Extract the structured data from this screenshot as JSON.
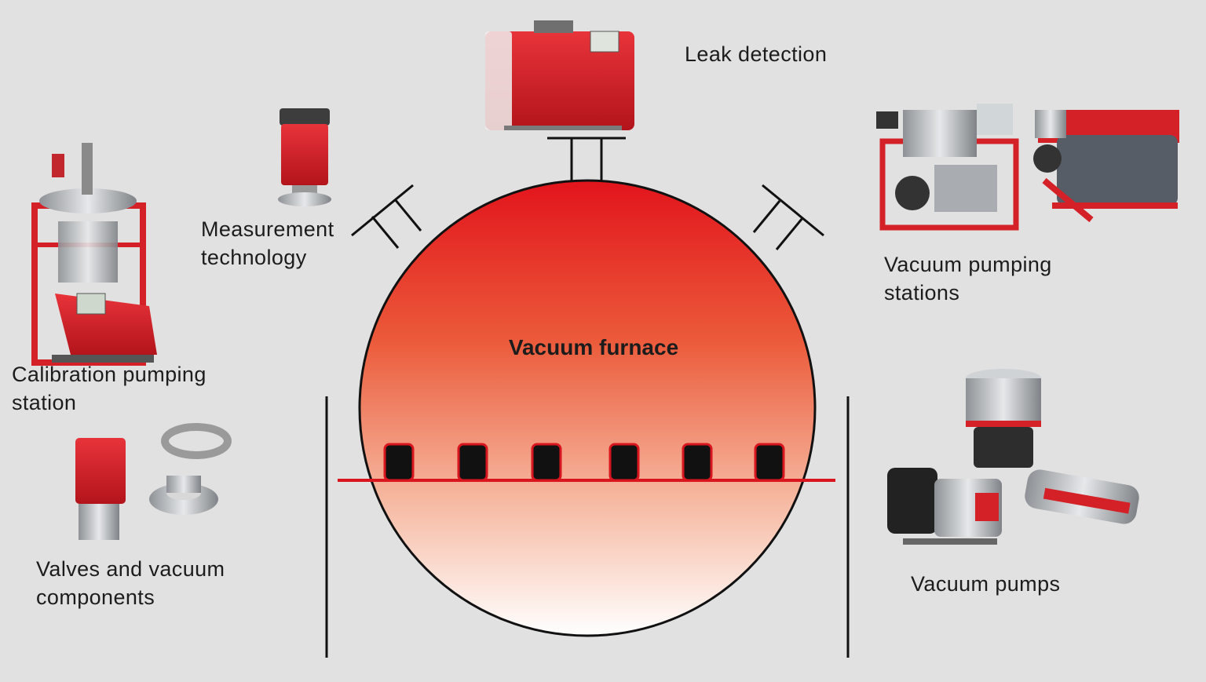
{
  "diagram": {
    "center_label": "Vacuum furnace",
    "labels": {
      "leak_detection": "Leak detection",
      "measurement": [
        "Measurement",
        "technology"
      ],
      "pumping_stations": [
        "Vacuum pumping",
        "stations"
      ],
      "calibration": [
        "Calibration pumping",
        "station"
      ],
      "valves": [
        "Valves and vacuum",
        "components"
      ],
      "pumps": "Vacuum pumps"
    },
    "colors": {
      "vessel_top": "#e2141c",
      "vessel_bottom": "#ffffff",
      "outline": "#111111",
      "product_red": "#d42027",
      "background": "#e1e1e1"
    },
    "icons": [
      "leak-detector-icon",
      "gauge-icon",
      "calibration-station-icon",
      "valve-icon",
      "flange-icon",
      "pumping-station-icon",
      "turbo-pump-icon",
      "rotary-pump-icon"
    ]
  }
}
